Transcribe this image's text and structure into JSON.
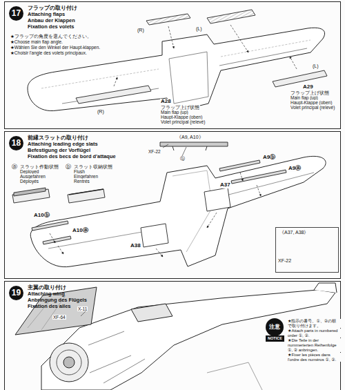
{
  "diagram": {
    "nodes": [
      {
        "text": [
          "17",
          "フラップの取り付け",
          "Attaching flaps",
          "Anbau der Klappen",
          "Fixation des volets"
        ]
      },
      {
        "text": [
          "18",
          "前縁スラットの取り付け",
          "Attaching leading edge slats",
          "Befestigung der Vorflügel",
          "Fixation des becs de bord d'attaque"
        ]
      },
      {
        "text": [
          "《A37, A38》",
          "XF-22"
        ],
        "in": 1
      },
      {
        "text": [
          "19",
          "主翼の取り付け",
          "Attaching wing",
          "Anbringung des Flügels",
          "Fixation des ailes"
        ]
      }
    ],
    "labels": [
      "★フラップの角度を選んでください。",
      "★Choose main flap angle.",
      "★Wählen Sie den Winkel der Haupt-klappen.",
      "★Choisir l'angle des volets principaux.",
      "(R)",
      "(L)",
      "(L)",
      "(R)",
      "A29",
      "フラップ上げ状態",
      "Main flap (up)",
      "Haupt-Klappe (oben)",
      "Volet principal (relevé)",
      "A28",
      "フラップ上げ状態",
      "Main flap (up)",
      "Haupt-Klappe (oben)",
      "Volet principal (relevé)",
      "《A9, A10》",
      "XF-22",
      "ⓑ",
      "ⓐ",
      "スラット作動状態",
      "Deployed",
      "Ausgefahren",
      "Déployés",
      "ⓑ",
      "スラット収納状態",
      "Flush",
      "Eingefahren",
      "Rentrés",
      "A9ⓑ",
      "A9ⓐ",
      "A37",
      "A10ⓑ",
      "A10ⓐ",
      "A38",
      "X-11",
      "XF-64",
      "注意",
      "NOTICE",
      "★指示の番号、①、②の順で取り付けます。",
      "★Attach parts in numbered order ①, ②.",
      "★Die Teile in der nummerierten Reihenfolge ①, ② anbringen.",
      "★Fixer les pièces dans l'ordre des numéros ①, ②."
    ]
  }
}
